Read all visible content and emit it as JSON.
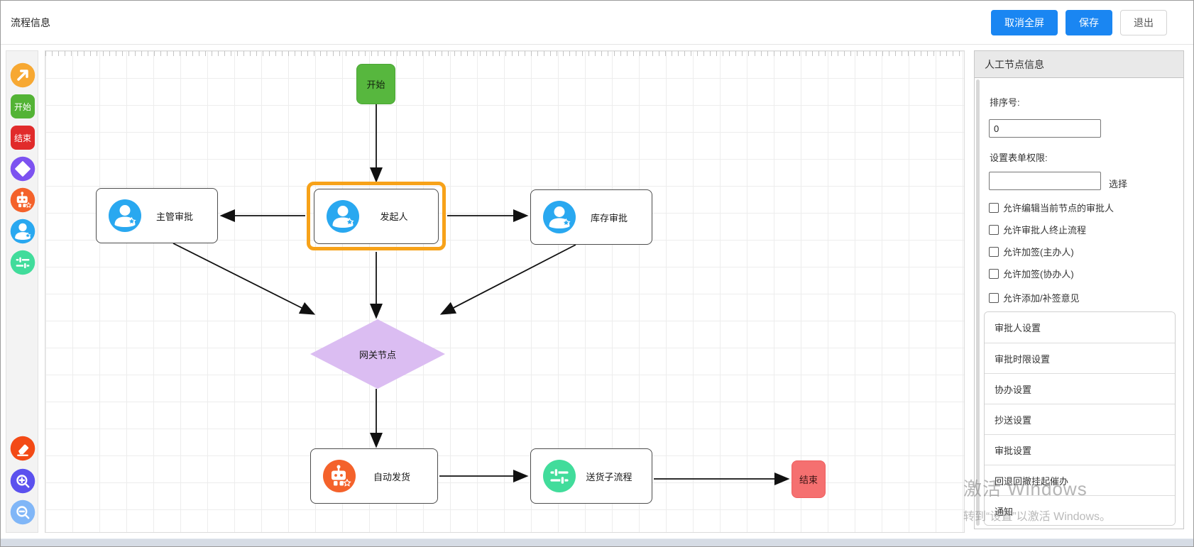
{
  "header": {
    "title": "流程信息",
    "buttons": {
      "cancel_fullscreen": "取消全屏",
      "save": "保存",
      "exit": "退出"
    }
  },
  "toolbar": {
    "start_label": "开始",
    "end_label": "结束",
    "tools": [
      "connector",
      "start",
      "end",
      "gateway",
      "auto-node",
      "manual-node",
      "subprocess",
      "clear",
      "zoom-in",
      "zoom-out"
    ]
  },
  "canvas": {
    "nodes": {
      "start": "开始",
      "initiator": "发起人",
      "manager_approval": "主管审批",
      "inventory_approval": "库存审批",
      "gateway": "网关节点",
      "auto_delivery": "自动发货",
      "delivery_subprocess": "送货子流程",
      "end": "结束"
    },
    "selected_node": "initiator",
    "edges": [
      {
        "from": "start",
        "to": "initiator"
      },
      {
        "from": "initiator",
        "to": "manager_approval"
      },
      {
        "from": "initiator",
        "to": "inventory_approval"
      },
      {
        "from": "initiator",
        "to": "gateway"
      },
      {
        "from": "manager_approval",
        "to": "gateway"
      },
      {
        "from": "inventory_approval",
        "to": "gateway"
      },
      {
        "from": "gateway",
        "to": "auto_delivery"
      },
      {
        "from": "auto_delivery",
        "to": "delivery_subprocess"
      },
      {
        "from": "delivery_subprocess",
        "to": "end"
      }
    ]
  },
  "panel": {
    "title": "人工节点信息",
    "sort_label": "排序号:",
    "sort_value": "0",
    "form_perm_label": "设置表单权限:",
    "form_perm_value": "",
    "select_button": "选择",
    "checkboxes": [
      {
        "label": "允许编辑当前节点的审批人",
        "checked": false
      },
      {
        "label": "允许审批人终止流程",
        "checked": false
      },
      {
        "label": "允许加签(主办人)",
        "checked": false
      },
      {
        "label": "允许加签(协办人)",
        "checked": false
      },
      {
        "label": "允许添加/补签意见",
        "checked": false
      }
    ],
    "sections": [
      "审批人设置",
      "审批时限设置",
      "协办设置",
      "抄送设置",
      "审批设置",
      "回退回撤挂起催办",
      "通知"
    ]
  },
  "watermark": {
    "line1": "激活 Windows",
    "line2": "转到“设置”以激活 Windows。"
  },
  "colors": {
    "primary_button": "#1a86f2",
    "selection_border": "#f7a219",
    "start_node": "#57b73e",
    "end_node": "#f57070",
    "gateway_fill": "#dbbdf2",
    "person_icon": "#29a8f0",
    "auto_icon": "#f4622b",
    "subprocess_icon": "#41dc9b",
    "connector_icon": "#f7a832",
    "gateway_icon": "#7c52f0",
    "clear_icon": "#f34a16",
    "zoom_in_icon": "#5b51ee",
    "zoom_out_icon": "#80b6f7"
  }
}
